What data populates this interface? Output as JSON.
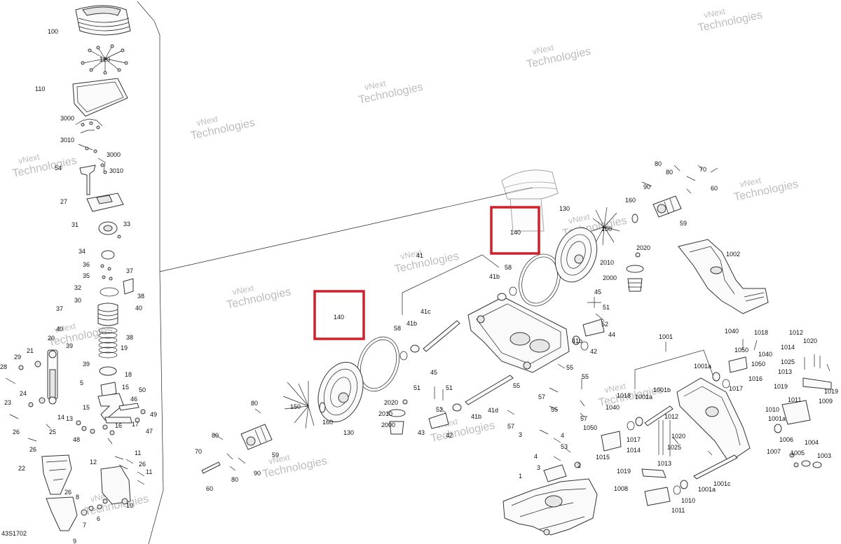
{
  "figure_code": "43S1702",
  "highlight_color": "#d0202a",
  "watermark_lines": [
    "vNext",
    "Technologies",
    "vNext Technologies"
  ],
  "callouts_left": [
    "100",
    "120",
    "110",
    "3000",
    "3010",
    "3000",
    "54",
    "3010",
    "27",
    "31",
    "33",
    "34",
    "36",
    "35",
    "37",
    "32",
    "38",
    "30",
    "40",
    "37",
    "39",
    "38",
    "40",
    "19",
    "20",
    "39",
    "21",
    "29",
    "28",
    "18",
    "24",
    "5",
    "15",
    "50",
    "23",
    "26",
    "25",
    "15",
    "14",
    "13",
    "46",
    "49",
    "17",
    "47",
    "48",
    "16",
    "26",
    "12",
    "11",
    "22",
    "26",
    "11",
    "10",
    "8",
    "26",
    "6",
    "7",
    "9"
  ],
  "callouts_main": [
    "41",
    "140",
    "58",
    "41b",
    "130",
    "160",
    "80",
    "70",
    "60",
    "80",
    "90",
    "59",
    "150",
    "2020",
    "2010",
    "2000",
    "1002",
    "140",
    "58",
    "41b",
    "41c",
    "45",
    "51",
    "52",
    "44",
    "42",
    "41b",
    "55",
    "150",
    "45",
    "51",
    "51",
    "52",
    "2020",
    "2010",
    "2000",
    "160",
    "130",
    "55",
    "41d",
    "80",
    "57",
    "55",
    "57",
    "41b",
    "43",
    "42",
    "80",
    "70",
    "59",
    "90",
    "60",
    "80",
    "55",
    "57",
    "3",
    "4",
    "4",
    "3",
    "53",
    "2",
    "1"
  ],
  "callouts_right": [
    "1040",
    "1018",
    "1012",
    "1020",
    "1014",
    "1040",
    "1050",
    "1025",
    "1050",
    "1001",
    "1001a",
    "1013",
    "1016",
    "1019",
    "1017",
    "1019",
    "1018",
    "1001b",
    "1001a",
    "1040",
    "1012",
    "1020",
    "1025",
    "1013",
    "1014",
    "1017",
    "1015",
    "1050",
    "1011",
    "1009",
    "1010",
    "1006",
    "1007",
    "1005",
    "1004",
    "1003",
    "1019",
    "1001c",
    "1001a",
    "1008",
    "1011",
    "1001a",
    "1010"
  ]
}
